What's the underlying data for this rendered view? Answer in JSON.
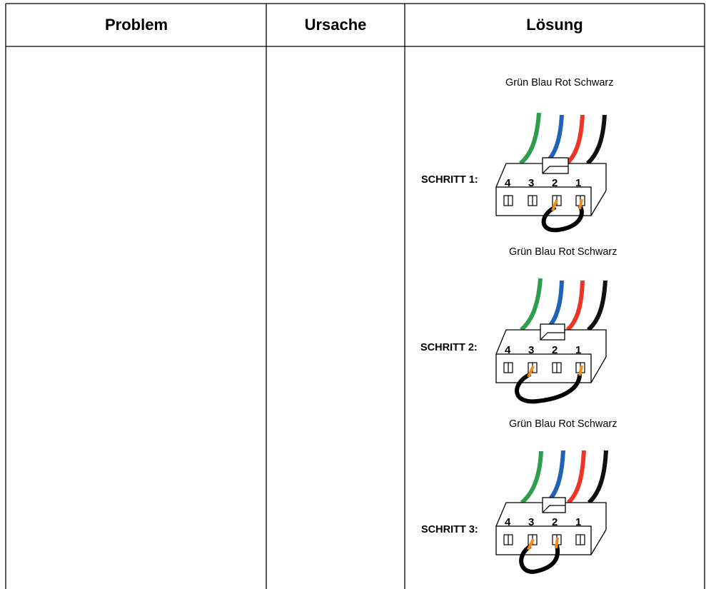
{
  "table": {
    "headers": {
      "problem": "Problem",
      "cause": "Ursache",
      "solution": "Lösung"
    },
    "rows": [
      {
        "problem": "",
        "cause": ""
      }
    ]
  },
  "wire_colors_label": "Grün Blau Rot Schwarz",
  "wire_colors": [
    "#2e9e4e",
    "#1f62b8",
    "#ee3424",
    "#111111"
  ],
  "jumper_color": "#f08a1c",
  "pin_numbers": [
    "4",
    "3",
    "2",
    "1"
  ],
  "steps": [
    {
      "label": "SCHRITT 1:",
      "jumper_pins": [
        "2",
        "1"
      ]
    },
    {
      "label": "SCHRITT 2:",
      "jumper_pins": [
        "3",
        "1"
      ]
    },
    {
      "label": "SCHRITT 3:",
      "jumper_pins": [
        "3",
        "2"
      ]
    }
  ]
}
